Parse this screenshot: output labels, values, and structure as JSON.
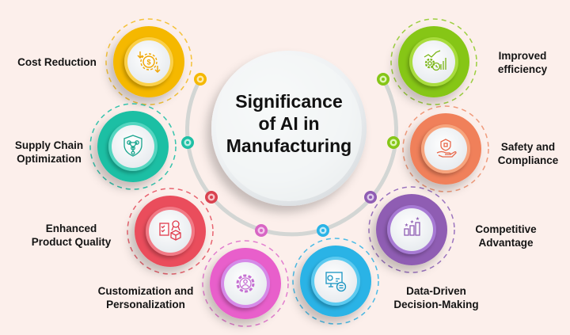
{
  "title": {
    "line1": "Significance",
    "line2": "of AI in",
    "line3": "Manufacturing"
  },
  "colors": {
    "background": "#fcefeb",
    "cost_reduction": "#f5b800",
    "supply_chain": "#1fbfa4",
    "product_quality": "#ea4e5c",
    "customization": "#e85fcb",
    "data_driven": "#2ab3e6",
    "competitive": "#8f5db3",
    "safety": "#f0805a",
    "efficiency": "#86c617",
    "arc": "#d3d6d4",
    "text": "#141414"
  },
  "items": [
    {
      "id": "cost-reduction",
      "line1": "Cost Reduction",
      "line2": "",
      "icon": "dollar-gear-cycle-icon"
    },
    {
      "id": "supply-chain",
      "line1": "Supply Chain",
      "line2": "Optimization",
      "icon": "network-shield-icon"
    },
    {
      "id": "product-quality",
      "line1": "Enhanced",
      "line2": "Product Quality",
      "icon": "checklist-award-box-icon"
    },
    {
      "id": "customization",
      "line1": "Customization and",
      "line2": "Personalization",
      "icon": "gear-user-icon"
    },
    {
      "id": "data-driven",
      "line1": "Data-Driven",
      "line2": "Decision-Making",
      "icon": "analytics-monitor-icon"
    },
    {
      "id": "competitive",
      "line1": "Competitive",
      "line2": "Advantage",
      "icon": "ranking-bars-stars-icon"
    },
    {
      "id": "safety",
      "line1": "Safety and",
      "line2": "Compliance",
      "icon": "hand-lock-shield-icon"
    },
    {
      "id": "efficiency",
      "line1": "Improved",
      "line2": "efficiency",
      "icon": "gears-growth-chart-icon"
    }
  ]
}
